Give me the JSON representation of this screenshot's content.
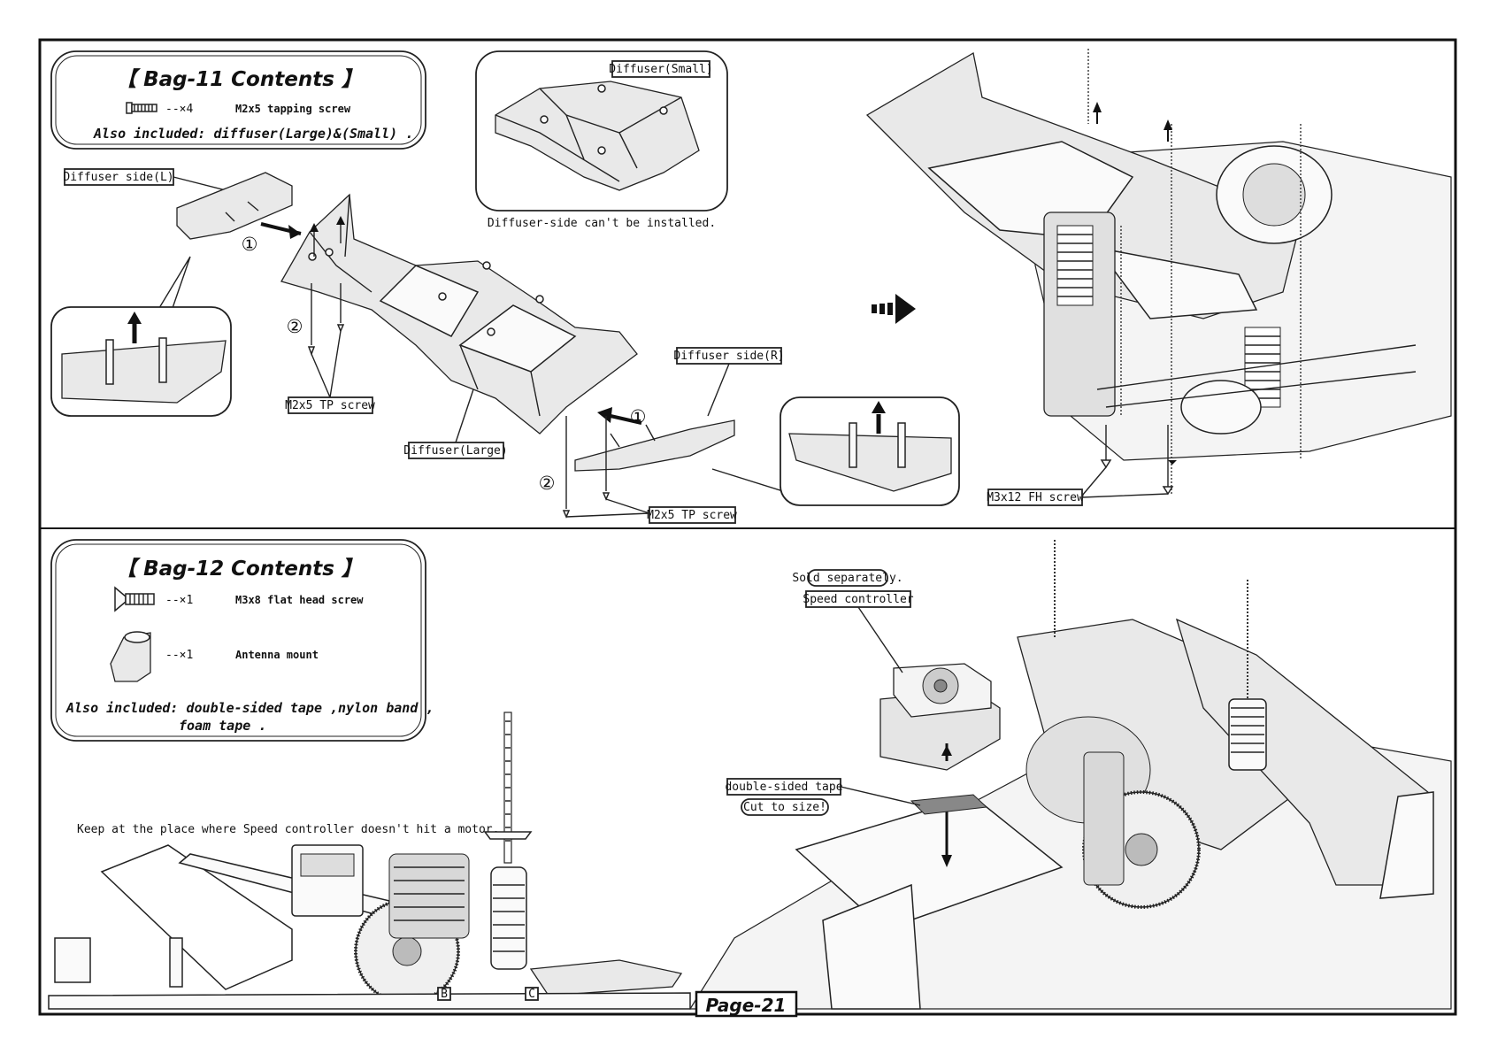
{
  "bag11": {
    "title": "【 Bag-11 Contents 】",
    "screw_qty": "--×4",
    "screw_name": "M2x5 tapping screw",
    "also": "Also included: diffuser(Large)&(Small) ."
  },
  "step1": {
    "diffuser_small": "Diffuser(Small)",
    "cant_install": "Diffuser-side can't be installed.",
    "diffuser_side_l": "Diffuser side(L)",
    "diffuser_side_r": "Diffuser side(R)",
    "diffuser_large": "Diffuser(Large)",
    "screw_left": "M2x5 TP screw",
    "screw_right": "M2x5 TP screw",
    "fh_screw": "M3x12 FH screw",
    "step_one": "①",
    "step_two": "②"
  },
  "bag12": {
    "title": "【 Bag-12 Contents 】",
    "screw_qty": "--×1",
    "screw_name": "M3x8 flat head screw",
    "mount_qty": "--×1",
    "mount_name": "Antenna mount",
    "also_line1": "Also included: double-sided tape ,nylon band ,",
    "also_line2": "foam tape ."
  },
  "step2": {
    "keep_note": "Keep at the place where Speed controller doesn't hit a motor.",
    "sold_separately": "Sold separately.",
    "speed_controller": "Speed controller",
    "double_tape": "double-sided tape",
    "cut_to_size": "Cut to size!",
    "marker_b": "B",
    "marker_c": "C"
  },
  "footer": {
    "page": "Page-21"
  }
}
